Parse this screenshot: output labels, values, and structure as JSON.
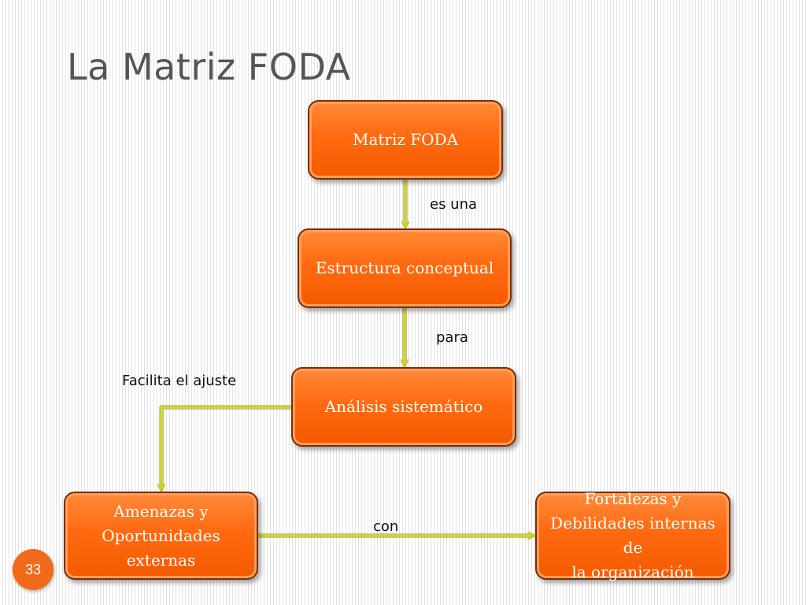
{
  "slide": {
    "title": "La Matriz FODA",
    "page_number": "33"
  },
  "diagram": {
    "nodes": {
      "matriz": "Matriz FODA",
      "estructura": "Estructura conceptual",
      "analisis": "Análisis sistemático",
      "amenazas": [
        "Amenazas y",
        "Oportunidades",
        "externas"
      ],
      "fortalezas": [
        "Fortalezas y",
        "Debilidades internas de",
        "la organización"
      ]
    },
    "edges": {
      "es_una": "es una",
      "para": "para",
      "facilita": "Facilita el ajuste",
      "con": "con"
    }
  },
  "colors": {
    "node_fill": "#ff6a10",
    "connector": "#c8c820",
    "accent": "#f06a1a"
  }
}
